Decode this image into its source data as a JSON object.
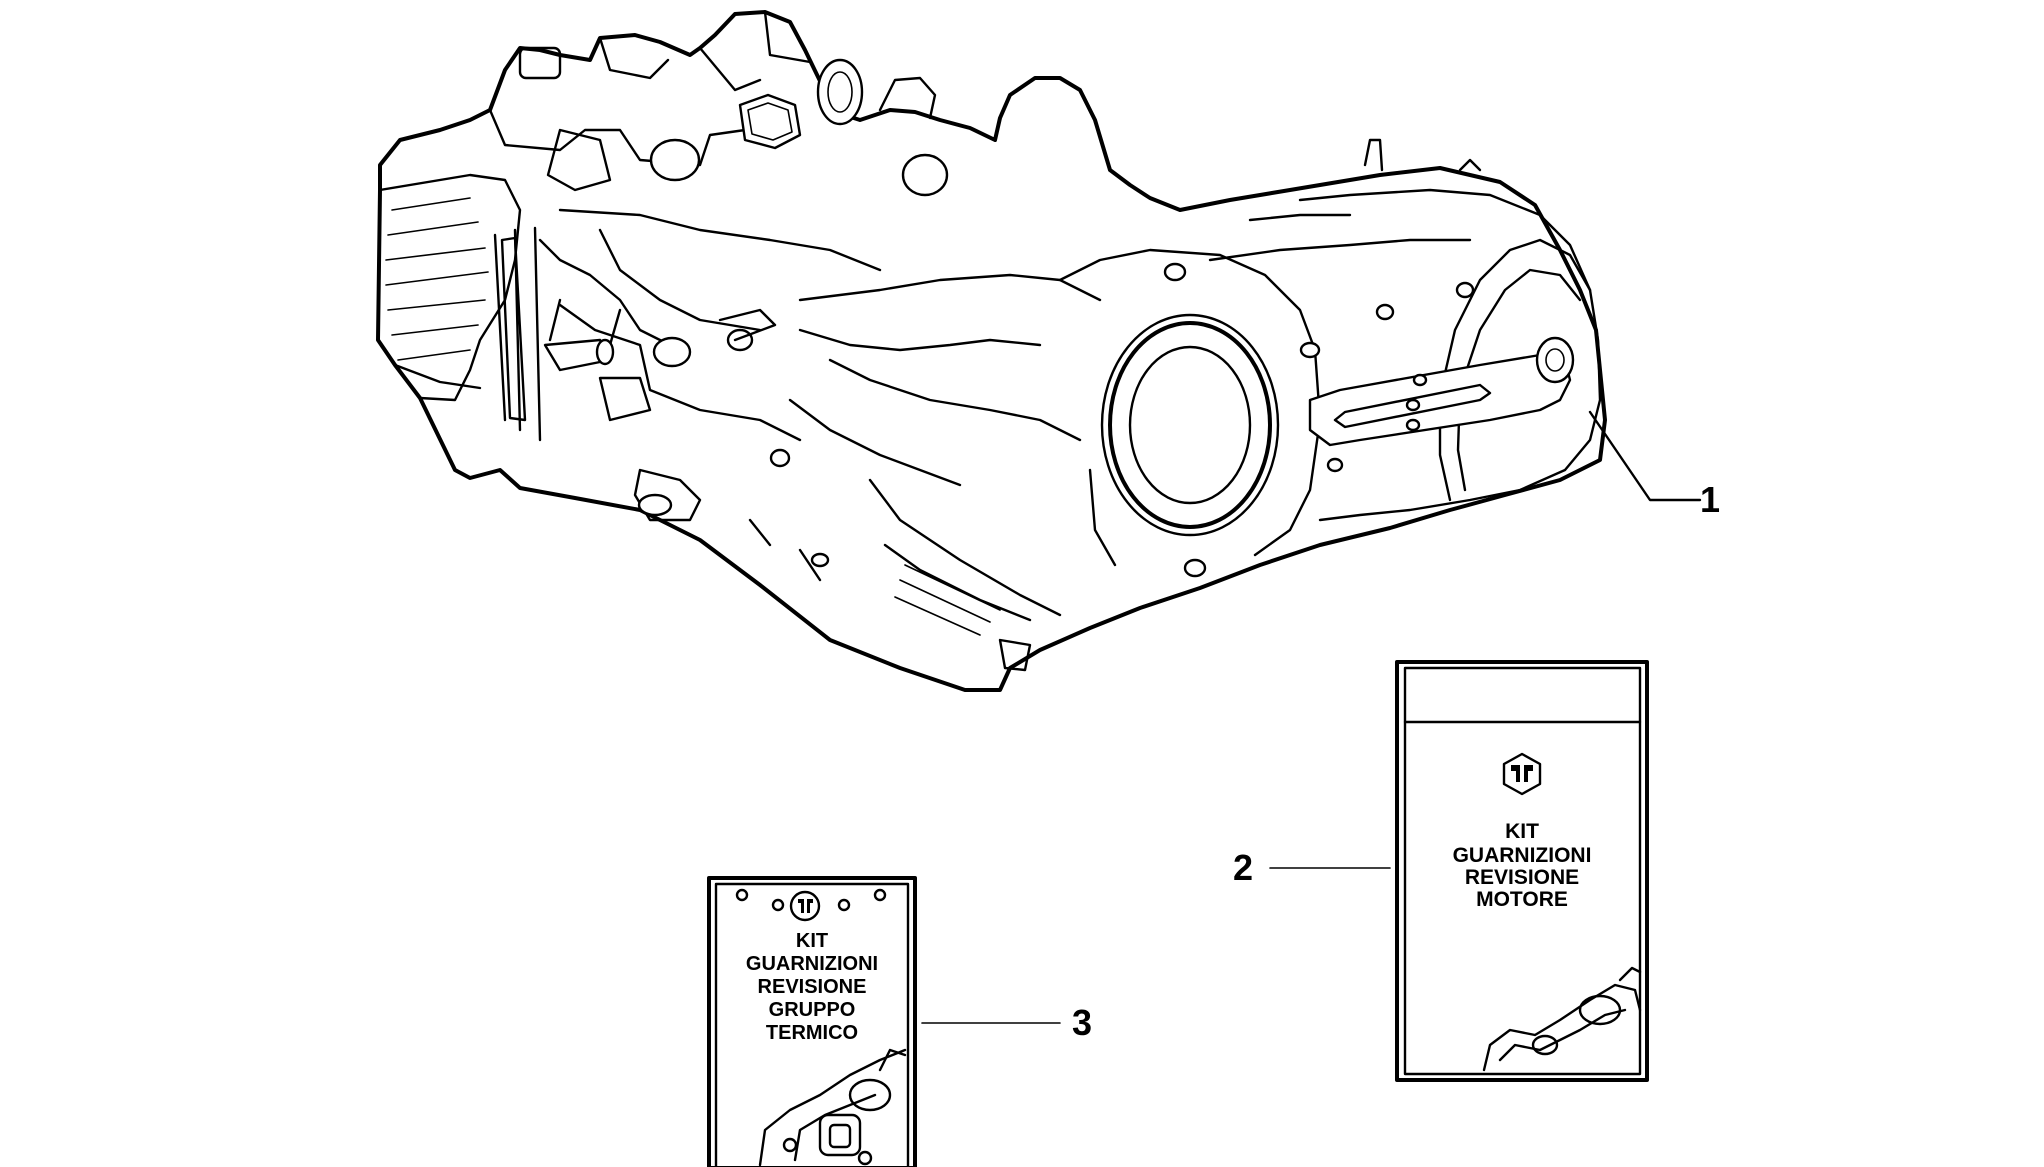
{
  "callouts": {
    "engine": "1",
    "engine_gasket_kit": "2",
    "cylinder_gasket_kit": "3"
  },
  "kit_engine": {
    "lines": [
      "KIT",
      "GUARNIZIONI",
      "REVISIONE",
      "MOTORE"
    ]
  },
  "kit_cylinder": {
    "lines": [
      "KIT",
      "GUARNIZIONI",
      "REVISIONE",
      "GRUPPO",
      "TERMICO"
    ]
  },
  "colors": {
    "ink": "#000000",
    "paper": "#ffffff"
  },
  "icons": [
    "piaggio-logo-icon"
  ]
}
